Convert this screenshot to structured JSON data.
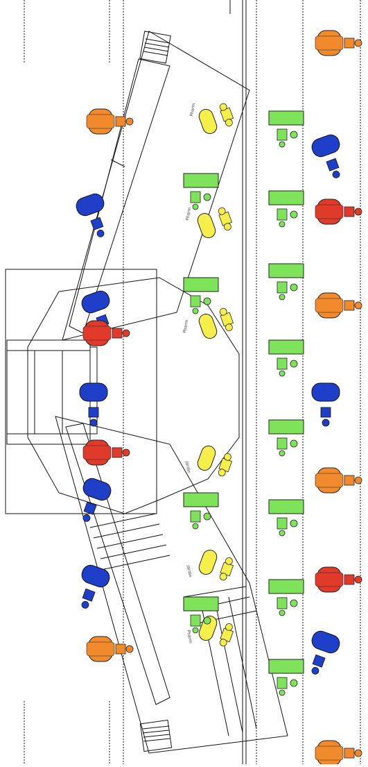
{
  "colors": {
    "bg": "#ffffff",
    "line": "#111111",
    "yellow": "#f6ee4a",
    "green": "#7ee35a",
    "blue": "#1f3fc8",
    "red": "#e03b2a",
    "orange": "#f08a2c"
  },
  "labels": {
    "station_left_1": "Pharm",
    "station_left_2": "Pharm",
    "station_left_3": "Pharm",
    "station_right_1": "Jardin",
    "station_right_2": "Jardin",
    "station_right_3": "Pharm"
  },
  "icons": {
    "yellow_pod": "yellow-pod-icon",
    "green_bay": "green-bay-icon",
    "blue_capsule": "blue-capsule-icon",
    "red_cart": "red-cart-icon",
    "orange_cart": "orange-cart-icon"
  }
}
